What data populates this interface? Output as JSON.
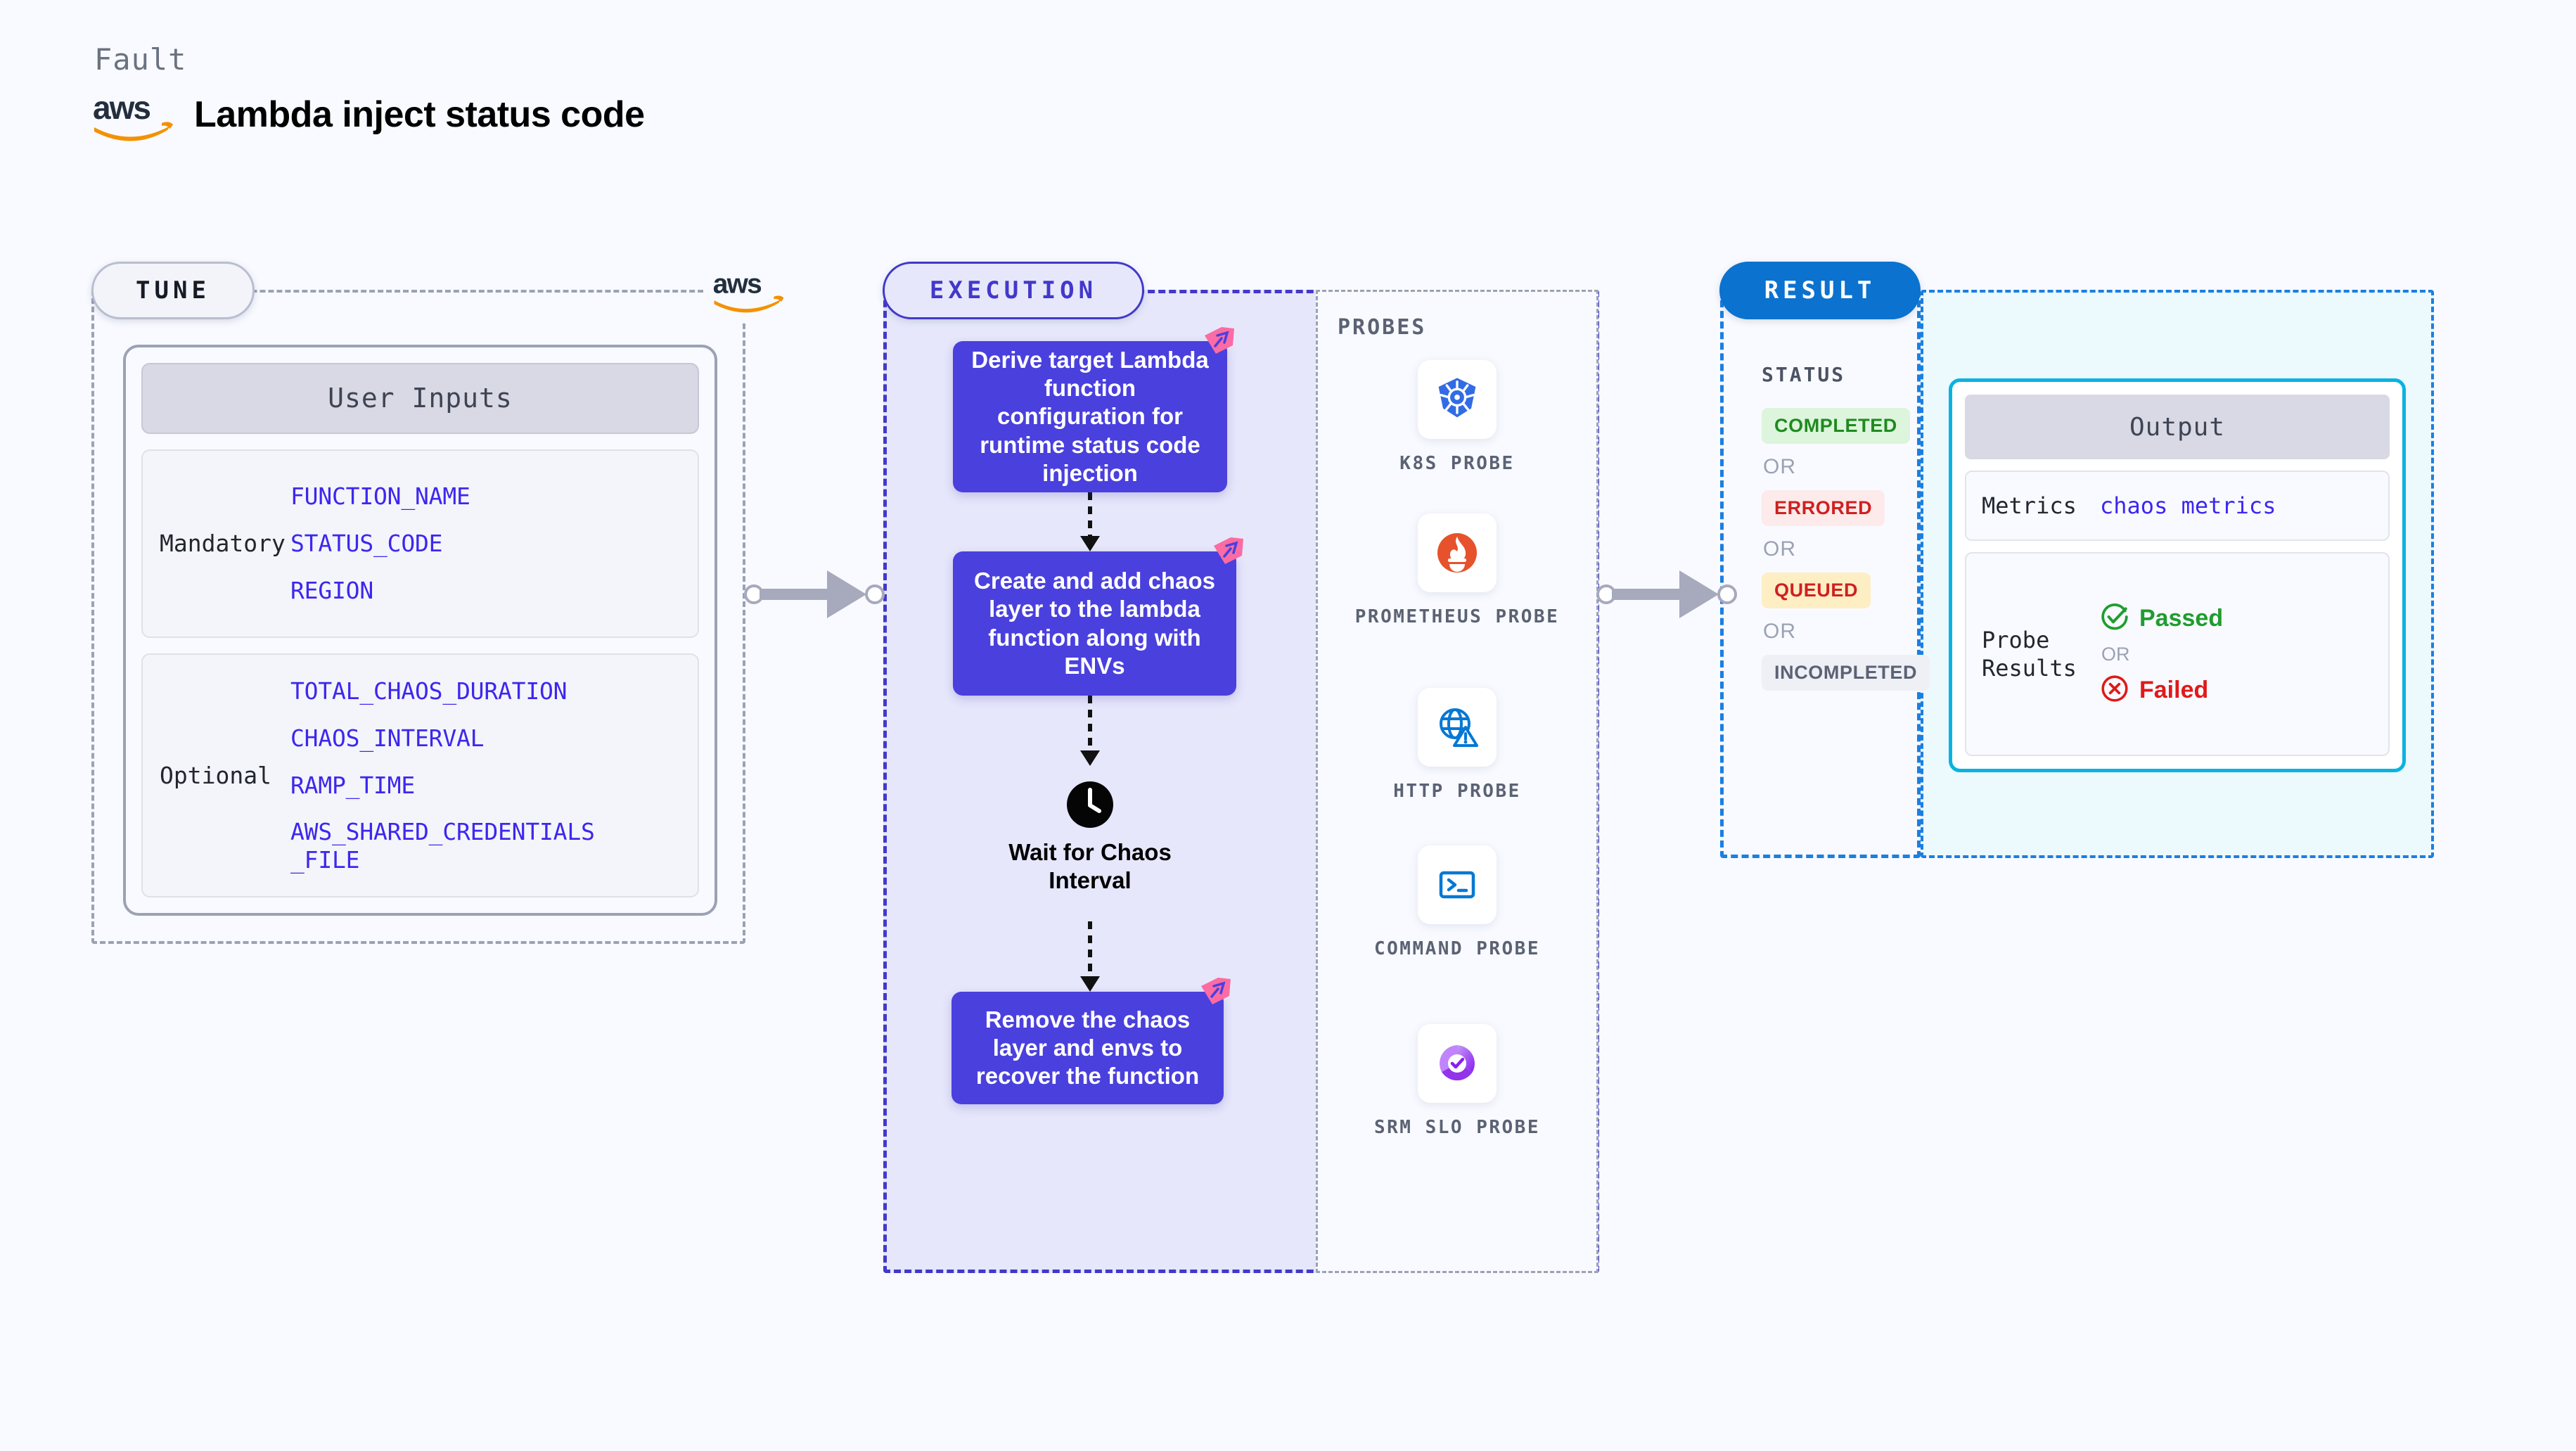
{
  "header": {
    "eyebrow": "Fault",
    "logo_icon": "aws-logo",
    "title": "Lambda inject status code"
  },
  "tune": {
    "pill_label": "TUNE",
    "logo_icon": "aws-logo",
    "card_title": "User Inputs",
    "groups": [
      {
        "label": "Mandatory",
        "params": [
          "FUNCTION_NAME",
          "STATUS_CODE",
          "REGION"
        ]
      },
      {
        "label": "Optional",
        "params": [
          "TOTAL_CHAOS_DURATION",
          "CHAOS_INTERVAL",
          "RAMP_TIME",
          "AWS_SHARED_CREDENTIALS_FILE"
        ]
      }
    ]
  },
  "execution": {
    "pill_label": "EXECUTION",
    "steps": [
      {
        "text": "Derive target Lambda function configuration for runtime status code injection",
        "flag_icon": "chaos-flag-icon"
      },
      {
        "text": "Create and add chaos layer to the lambda function along with ENVs",
        "flag_icon": "chaos-flag-icon"
      },
      {
        "text": "Remove the chaos layer and envs to recover the function",
        "flag_icon": "chaos-flag-icon"
      }
    ],
    "wait": {
      "icon": "clock-icon",
      "label": "Wait for Chaos Interval"
    }
  },
  "probes": {
    "title": "PROBES",
    "items": [
      {
        "label": "K8S PROBE",
        "icon": "kubernetes-icon"
      },
      {
        "label": "PROMETHEUS PROBE",
        "icon": "prometheus-icon"
      },
      {
        "label": "HTTP PROBE",
        "icon": "http-globe-icon"
      },
      {
        "label": "COMMAND PROBE",
        "icon": "terminal-icon"
      },
      {
        "label": "SRM SLO PROBE",
        "icon": "srm-slo-icon"
      }
    ]
  },
  "result": {
    "pill_label": "RESULT",
    "status_title": "STATUS",
    "or_label": "OR",
    "statuses": [
      {
        "label": "COMPLETED",
        "bg": "#dcf5dc",
        "fg": "#1f8a1f"
      },
      {
        "label": "ERRORED",
        "bg": "#fdeaea",
        "fg": "#cf2020"
      },
      {
        "label": "QUEUED",
        "bg": "#fdeec4",
        "fg": "#cf2020"
      },
      {
        "label": "INCOMPLETED",
        "bg": "#eef0f6",
        "fg": "#5b6274"
      }
    ],
    "output": {
      "title": "Output",
      "metrics_key": "Metrics",
      "metrics_value": "chaos metrics",
      "probe_key": "Probe Results",
      "passed_label": "Passed",
      "passed_icon": "check-circle-icon",
      "failed_label": "Failed",
      "failed_icon": "x-circle-icon",
      "or_label": "OR"
    }
  },
  "colors": {
    "background": "#f8faff",
    "execution_accent": "#4338ca",
    "execution_box": "#4a40dd",
    "result_accent": "#0b72cf",
    "output_border": "#09b3e0",
    "param_blue": "#3d27ef",
    "flag_pink": "#fb6ba4",
    "aws_orange": "#f59100",
    "connector_gray": "#a7a9bd"
  }
}
